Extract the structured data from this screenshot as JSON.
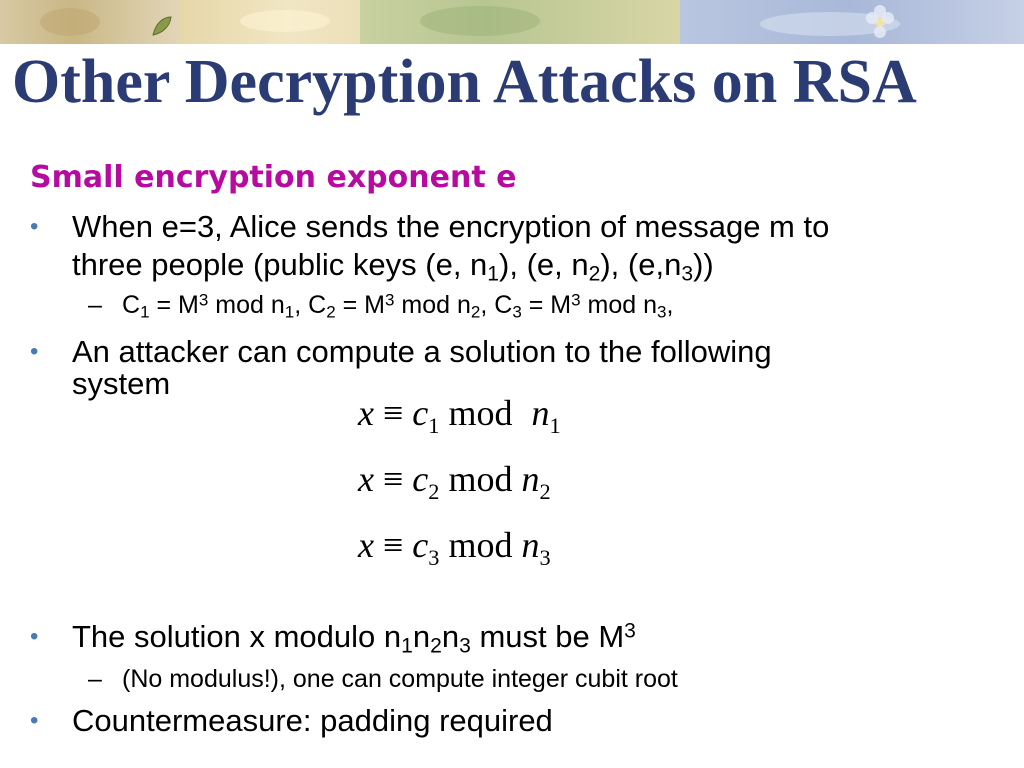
{
  "slide": {
    "title": "Other Decryption Attacks on RSA",
    "subheading": "Small encryption exponent e",
    "bullet1": {
      "line1": "When e=3, Alice sends the encryption of message m to",
      "line2_a": "three people (public keys (e, n",
      "line2_s1": "1",
      "line2_b": "), (e, n",
      "line2_s2": "2",
      "line2_c": "), (e,n",
      "line2_s3": "3",
      "line2_d": "))"
    },
    "sub1": {
      "c": "C",
      "s1": "1",
      "eq_a": " = M",
      "p1": "3",
      "mod_a": " mod n",
      "n1": "1",
      "sep1": ", C",
      "s2": "2",
      "eq_b": " = M",
      "p2": "3",
      "mod_b": " mod n",
      "n2": "2",
      "sep2": ", C",
      "s3": "3",
      "eq_c": " = M",
      "p3": "3",
      "mod_c": " mod n",
      "n3": "3",
      "end": ","
    },
    "bullet2": {
      "line1": "An attacker can compute a solution to the following",
      "line2": "system"
    },
    "equations": [
      {
        "x": "x",
        "equiv": "≡",
        "c": "c",
        "ci": "1",
        "mod": "mod",
        "n": "n",
        "ni": "1"
      },
      {
        "x": "x",
        "equiv": "≡",
        "c": "c",
        "ci": "2",
        "mod": "mod",
        "n": "n",
        "ni": "2"
      },
      {
        "x": "x",
        "equiv": "≡",
        "c": "c",
        "ci": "3",
        "mod": "mod",
        "n": "n",
        "ni": "3"
      }
    ],
    "bullet3": {
      "a": "The solution x modulo n",
      "s1": "1",
      "b": "n",
      "s2": "2",
      "c": "n",
      "s3": "3",
      "d": " must be M",
      "p": "3"
    },
    "sub2": "(No modulus!), one can compute integer cubit root",
    "bullet4": "Countermeasure: padding required",
    "bullet_marker": "•",
    "dash_marker": "–"
  },
  "colors": {
    "title": "#2b3b73",
    "subheading": "#b60aa1",
    "bullet_dot": "#4a78b8"
  }
}
